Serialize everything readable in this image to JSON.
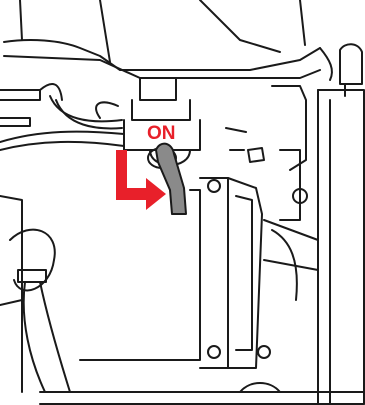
{
  "callout": {
    "label": "ON",
    "color": "#e8202a"
  },
  "colors": {
    "line": "#1a1a1a",
    "lever_fill": "#8a8a8a",
    "background": "#ffffff"
  },
  "icons": {
    "arrow": "l-shaped-arrow-right",
    "lever": "valve-lever"
  }
}
